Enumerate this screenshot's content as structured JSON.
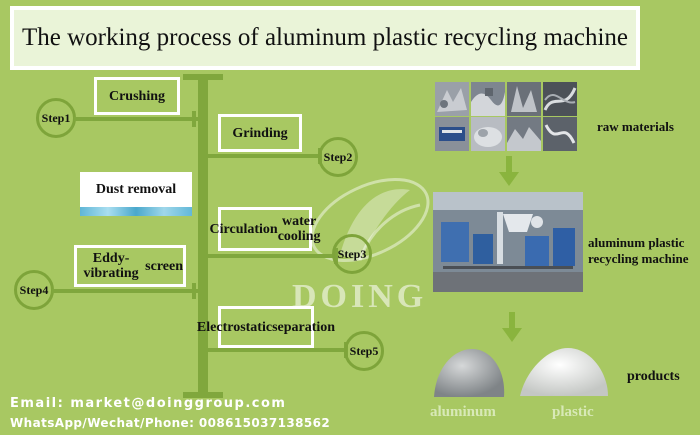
{
  "title": "The working process of aluminum plastic recycling machine",
  "steps": [
    {
      "step": "Step1",
      "label": "Crushing"
    },
    {
      "step": "Step2",
      "label": "Grinding"
    },
    {
      "step": "Step3",
      "label_line1": "Circulation",
      "label_line2": "water cooling"
    },
    {
      "step": "Step4",
      "label_line1": "Eddy-vibrating",
      "label_line2": "screen"
    },
    {
      "step": "Step5",
      "label_line1": "Electrostatic",
      "label_line2": "separation"
    }
  ],
  "dust_removal": "Dust  removal",
  "watermark": "DOING",
  "raw_materials": "raw materials",
  "machine_label_line1": "aluminum plastic",
  "machine_label_line2": "recycling machine",
  "products_label": "products",
  "product_aluminum": "aluminum",
  "product_plastic": "plastic",
  "email": "Email: market@doinggroup.com",
  "phone": "WhatsApp/Wechat/Phone: 008615037138562",
  "colors": {
    "background": "#a8c862",
    "trunk": "#80a73d",
    "accent_arrow": "#8ab43e"
  }
}
